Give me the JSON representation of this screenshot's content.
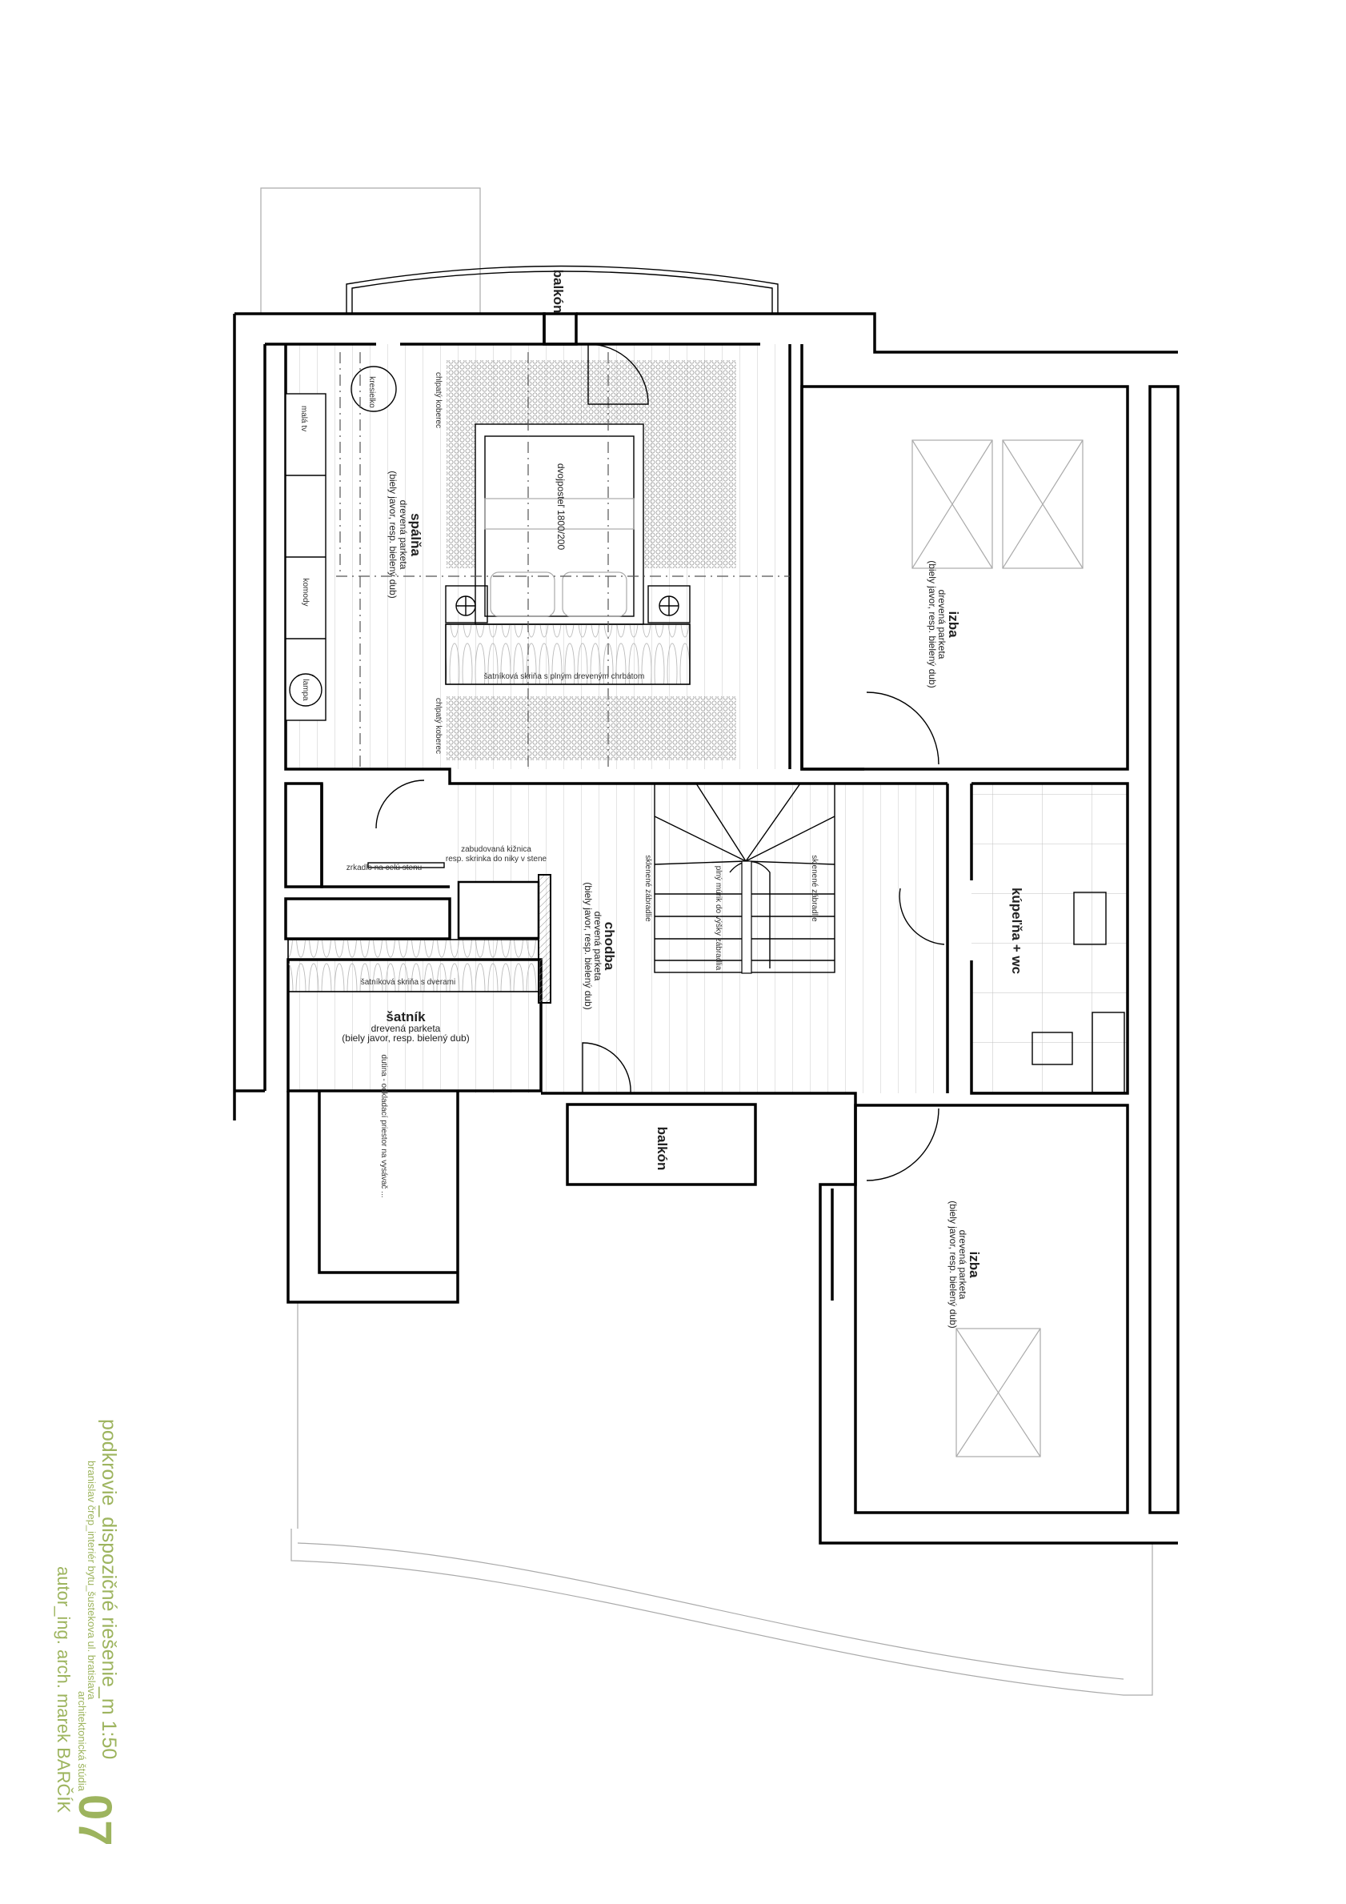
{
  "plan": {
    "balcony_top": "balkón",
    "balcony_bottom": "balkón",
    "bedroom": {
      "name": "spálňa",
      "floor": "drevená parketa",
      "material": "(biely javor, resp. bielený dub)"
    },
    "bed": "dvojposteľ 1800/200",
    "carpet_top": "chlpatý koberec",
    "carpet_bottom": "chlpatý koberec",
    "armchair": "kresielko",
    "tv": "malá tv",
    "dressers": "komody",
    "lamp": "lampa",
    "bedroom_wardrobe": "šatníková skriňa s plným dreveným chrbátom",
    "room_top": {
      "name": "izba",
      "floor": "drevená parketa",
      "material": "(biely javor, resp. bielený dub)"
    },
    "room_bottom": {
      "name": "izba",
      "floor": "drevená parketa",
      "material": "(biely javor, resp. bielený dub)"
    },
    "bathroom": "kúpeľňa + wc",
    "hall": {
      "name": "chodba",
      "floor": "drevená parketa",
      "material": "(biely javor, resp. bielený dub)"
    },
    "glass_railing_left": "sklenené zábradlie",
    "glass_railing_right": "sklenené zábradlie",
    "stair_wall": "plný múrik do výšky zábradlia",
    "bookcase": [
      "zabudovaná kižnica",
      "resp. skrinka do niky v stene"
    ],
    "mirror": "zrkadlo na celú stenu",
    "closet_wardrobe": "šatníková skriňa s dverami",
    "closet": {
      "name": "šatník",
      "floor": "drevená parketa",
      "material": "(biely javor, resp. bielený dub)"
    },
    "cavity": "dutina - odkladací priestor na vysávač ..."
  },
  "title_block": {
    "title": "podkrovie_dispozičné riešenie_m 1:50",
    "sheet_number": "07",
    "project": "branislav črep_interiér bytu_šustekova ul. bratislava",
    "stage": "architektonická štúdia",
    "author": "autor_ing. arch. marek BARČÍK",
    "accent_color": "#9db45e"
  }
}
